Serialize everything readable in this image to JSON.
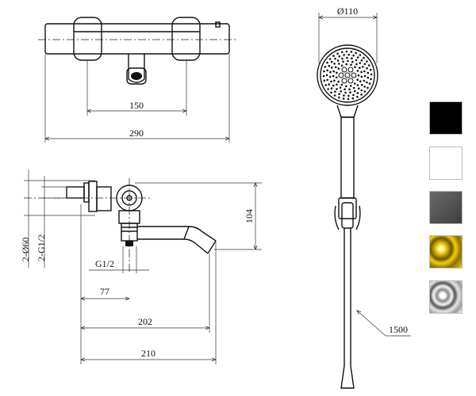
{
  "top_view": {
    "dim_inner": "150",
    "dim_outer": "290"
  },
  "side_view": {
    "dim_height": "104",
    "dim_dia": "2-Ø60",
    "dim_thread": "2-G1/2",
    "dim_outlet_thread": "G1/2",
    "dim_77": "77",
    "dim_202": "202",
    "dim_210": "210"
  },
  "hand_shower": {
    "dim_head": "Ø110",
    "dim_hose": "1500"
  },
  "finishes": [
    {
      "name": "black",
      "color": "#000000"
    },
    {
      "name": "white",
      "color": "#ffffff"
    },
    {
      "name": "gunmetal",
      "color": "#5a5a5a"
    },
    {
      "name": "gold",
      "color": "#d4b400"
    },
    {
      "name": "chrome",
      "color": "#d9d9d9"
    }
  ]
}
